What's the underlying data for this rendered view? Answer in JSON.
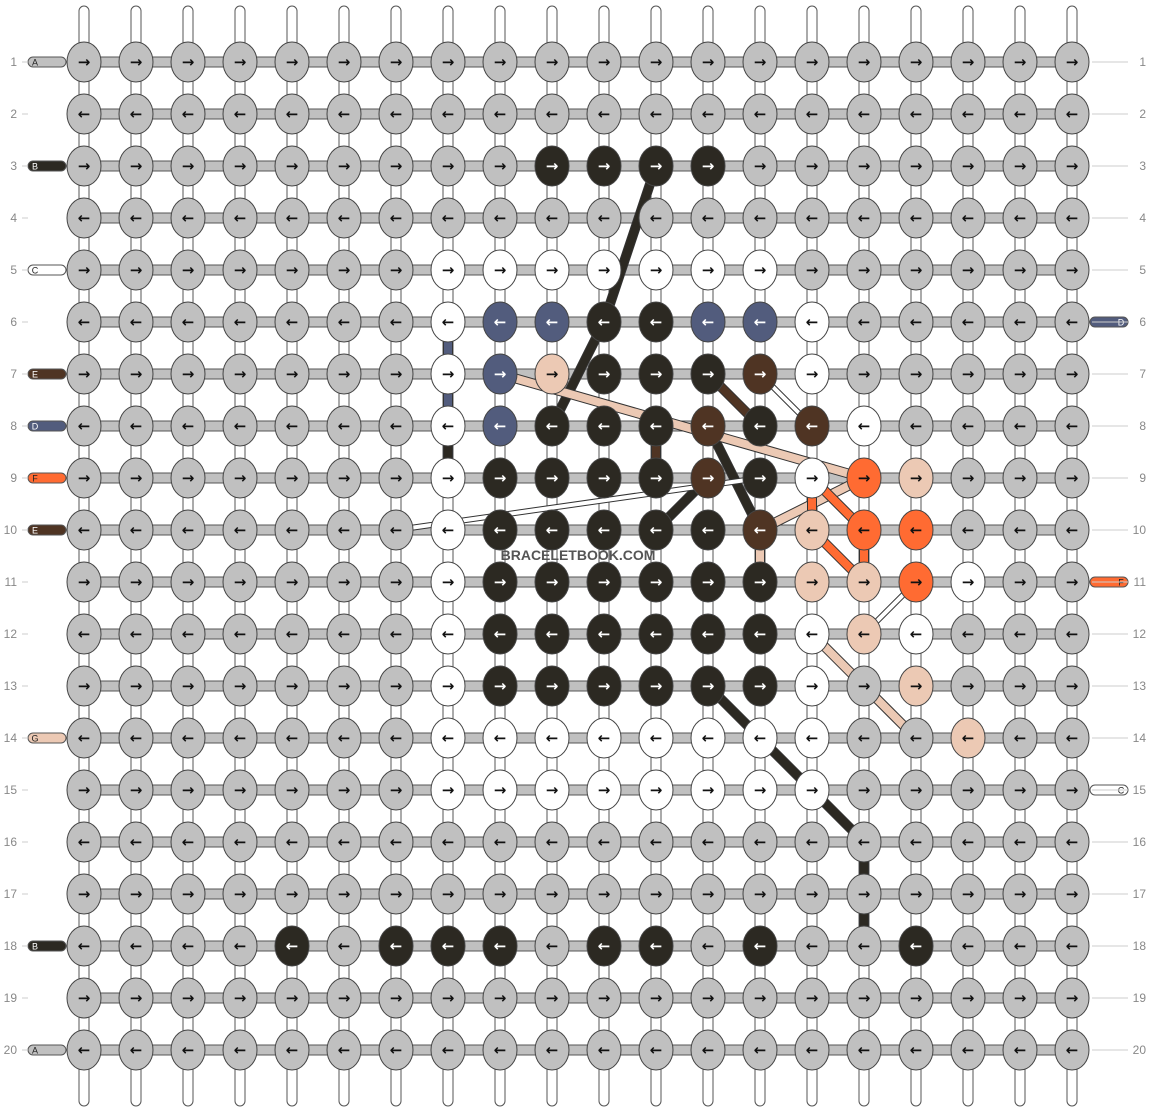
{
  "watermark": "BRACELETBOOK.COM",
  "colors": {
    "A": "#c0c0c0",
    "B": "#2c2922",
    "C": "#ffffff",
    "D": "#525c7d",
    "E": "#4f3423",
    "F": "#ff6b32",
    "G": "#ecc9b4"
  },
  "row_labels": [
    "1",
    "2",
    "3",
    "4",
    "5",
    "6",
    "7",
    "8",
    "9",
    "10",
    "11",
    "12",
    "13",
    "14",
    "15",
    "16",
    "17",
    "18",
    "19",
    "20"
  ],
  "left_strands": [
    {
      "row": 1,
      "letter": "A",
      "color": "A"
    },
    {
      "row": 3,
      "letter": "B",
      "color": "B"
    },
    {
      "row": 5,
      "letter": "C",
      "color": "C"
    },
    {
      "row": 7,
      "letter": "E",
      "color": "E"
    },
    {
      "row": 8,
      "letter": "D",
      "color": "D"
    },
    {
      "row": 9,
      "letter": "F",
      "color": "F"
    },
    {
      "row": 10,
      "letter": "E",
      "color": "E"
    },
    {
      "row": 14,
      "letter": "G",
      "color": "G"
    },
    {
      "row": 18,
      "letter": "B",
      "color": "B"
    },
    {
      "row": 20,
      "letter": "A",
      "color": "A"
    }
  ],
  "right_strands": [
    {
      "row": 6,
      "letter": "D",
      "color": "D"
    },
    {
      "row": 11,
      "letter": "F",
      "color": "F"
    },
    {
      "row": 15,
      "letter": "C",
      "color": "C"
    }
  ],
  "knot_rows": [
    {
      "row": 1,
      "dir": "right",
      "knots": "AAAAAAAAAAAAAAAAAAAA"
    },
    {
      "row": 2,
      "dir": "left",
      "knots": "AAAAAAAAAAAAAAAAAAAA"
    },
    {
      "row": 3,
      "dir": "right",
      "knots": "AAAAAAAAABBBBAAAAAAA"
    },
    {
      "row": 4,
      "dir": "left",
      "knots": "AAAAAAAAAAAAAAAAAAAA"
    },
    {
      "row": 5,
      "dir": "right",
      "knots": "AAAAAAACCCCCCCAAAAAA"
    },
    {
      "row": 6,
      "dir": "left",
      "knots": "AAAAAAACDDBBDDCAAAAA"
    },
    {
      "row": 7,
      "dir": "right",
      "knots": "AAAAAAACDGBBBECAAAAA"
    },
    {
      "row": 8,
      "dir": "left",
      "knots": "AAAAAAACDBBBEBECAAAA"
    },
    {
      "row": 9,
      "dir": "right",
      "knots": "AAAAAAACBBBBEBCFGAAA"
    },
    {
      "row": 10,
      "dir": "left",
      "knots": "AAAAAAACBBBBBEGFFAAA"
    },
    {
      "row": 11,
      "dir": "right",
      "knots": "AAAAAAACBBBBBBGGFCAA"
    },
    {
      "row": 12,
      "dir": "left",
      "knots": "AAAAAAACBBBBBBCGCAAA"
    },
    {
      "row": 13,
      "dir": "right",
      "knots": "AAAAAAACBBBBBBCAGAAA"
    },
    {
      "row": 14,
      "dir": "left",
      "knots": "AAAAAAACCCCCCCCAAGAA"
    },
    {
      "row": 15,
      "dir": "right",
      "knots": "AAAAAAACCCCCCCCAAAAA"
    },
    {
      "row": 16,
      "dir": "left",
      "knots": "AAAAAAAAAAAAAAAAAAAA"
    },
    {
      "row": 17,
      "dir": "right",
      "knots": "AAAAAAAAAAAAAAAAAAAA"
    },
    {
      "row": 18,
      "dir": "left",
      "knots": "AAAABABBBABBABAABAAA"
    },
    {
      "row": 19,
      "dir": "right",
      "knots": "AAAAAAAAAAAAAAAAAAAA"
    },
    {
      "row": 20,
      "dir": "left",
      "knots": "AAAAAAAAAAAAAAAAAAAA"
    }
  ]
}
